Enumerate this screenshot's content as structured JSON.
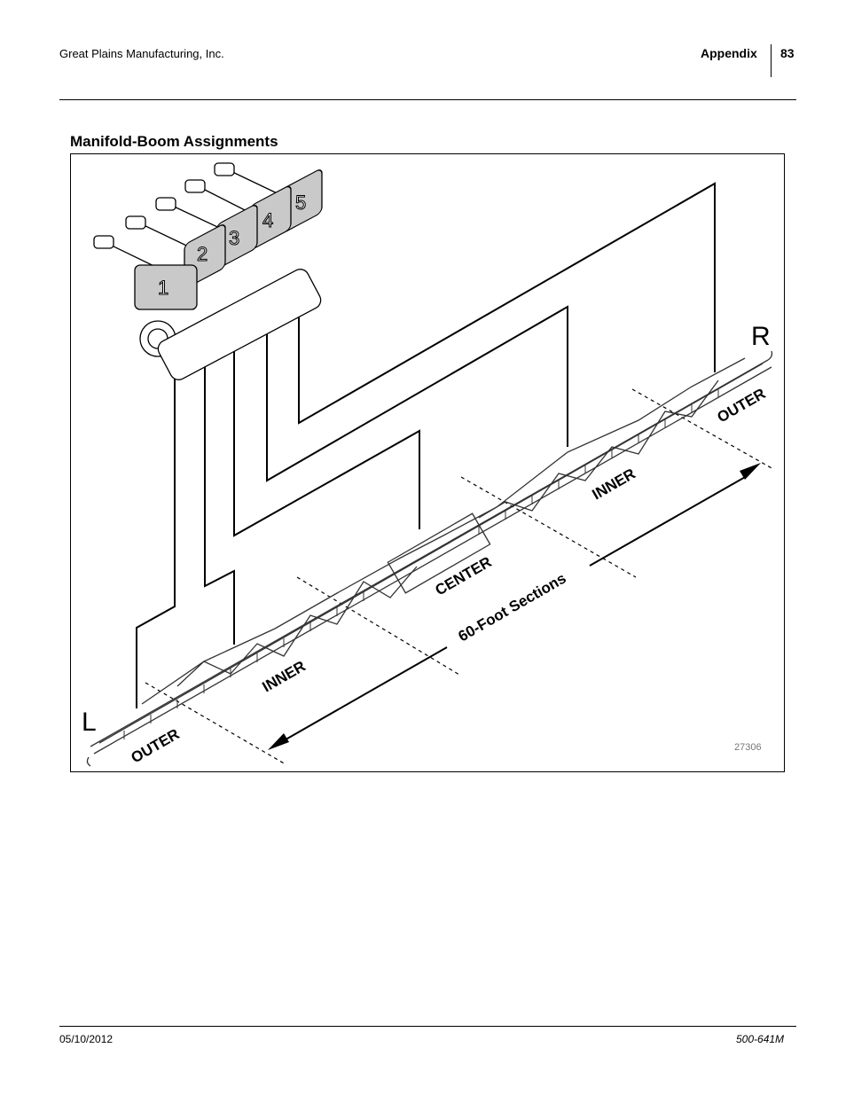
{
  "header": {
    "company": "Great Plains Manufacturing, Inc.",
    "section": "Appendix",
    "page_number": "83"
  },
  "section_title": "Manifold-Boom Assignments",
  "figure": {
    "valves": [
      "1",
      "2",
      "3",
      "4",
      "5"
    ],
    "side_left": "L",
    "side_right": "R",
    "section_labels": {
      "left_outer": "OUTER",
      "left_inner": "INNER",
      "center": "CENTER",
      "right_inner": "INNER",
      "right_outer": "OUTER"
    },
    "dimension_label": "60-Foot Sections",
    "figure_number": "27306"
  },
  "footer": {
    "date": "05/10/2012",
    "doc_number": "500-641M"
  }
}
